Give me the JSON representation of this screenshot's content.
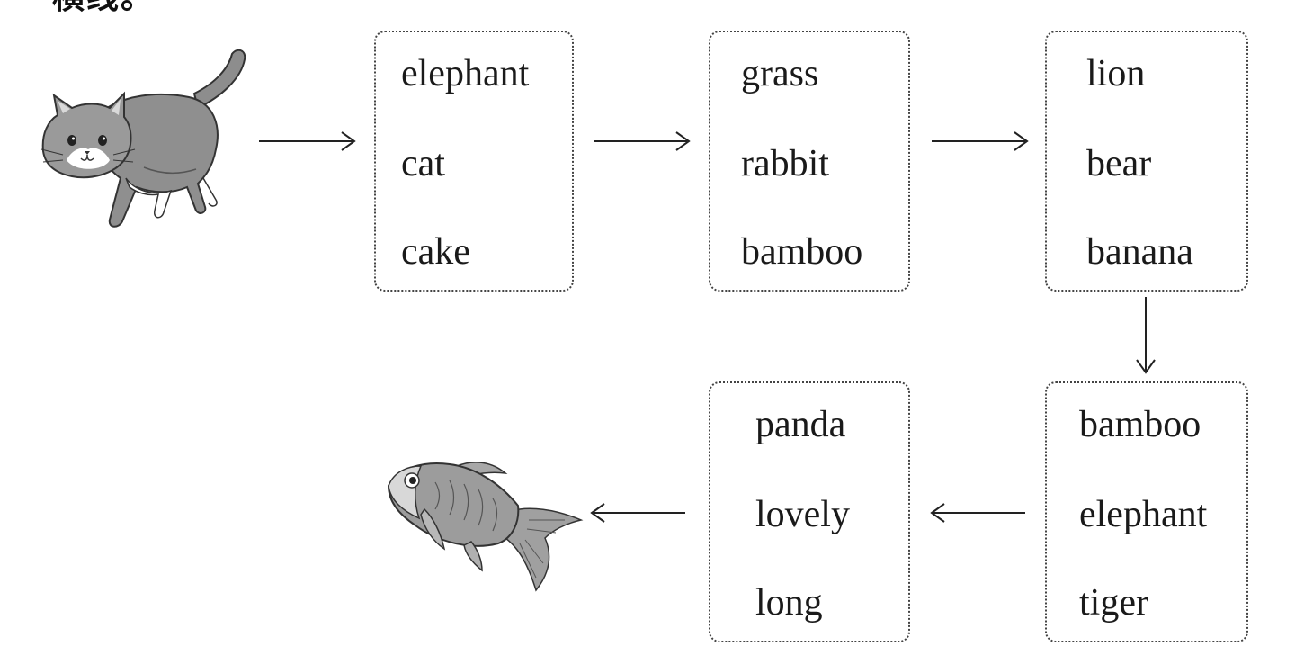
{
  "header_fragment": "横线。",
  "start_picture": {
    "icon": "cat-icon"
  },
  "end_picture": {
    "icon": "fish-icon"
  },
  "boxes": [
    {
      "words": [
        "elephant",
        "cat",
        "cake"
      ]
    },
    {
      "words": [
        "grass",
        "rabbit",
        "bamboo"
      ]
    },
    {
      "words": [
        "lion",
        "bear",
        "banana"
      ]
    },
    {
      "words": [
        "bamboo",
        "elephant",
        "tiger"
      ]
    },
    {
      "words": [
        "panda",
        "lovely",
        "long"
      ]
    }
  ]
}
